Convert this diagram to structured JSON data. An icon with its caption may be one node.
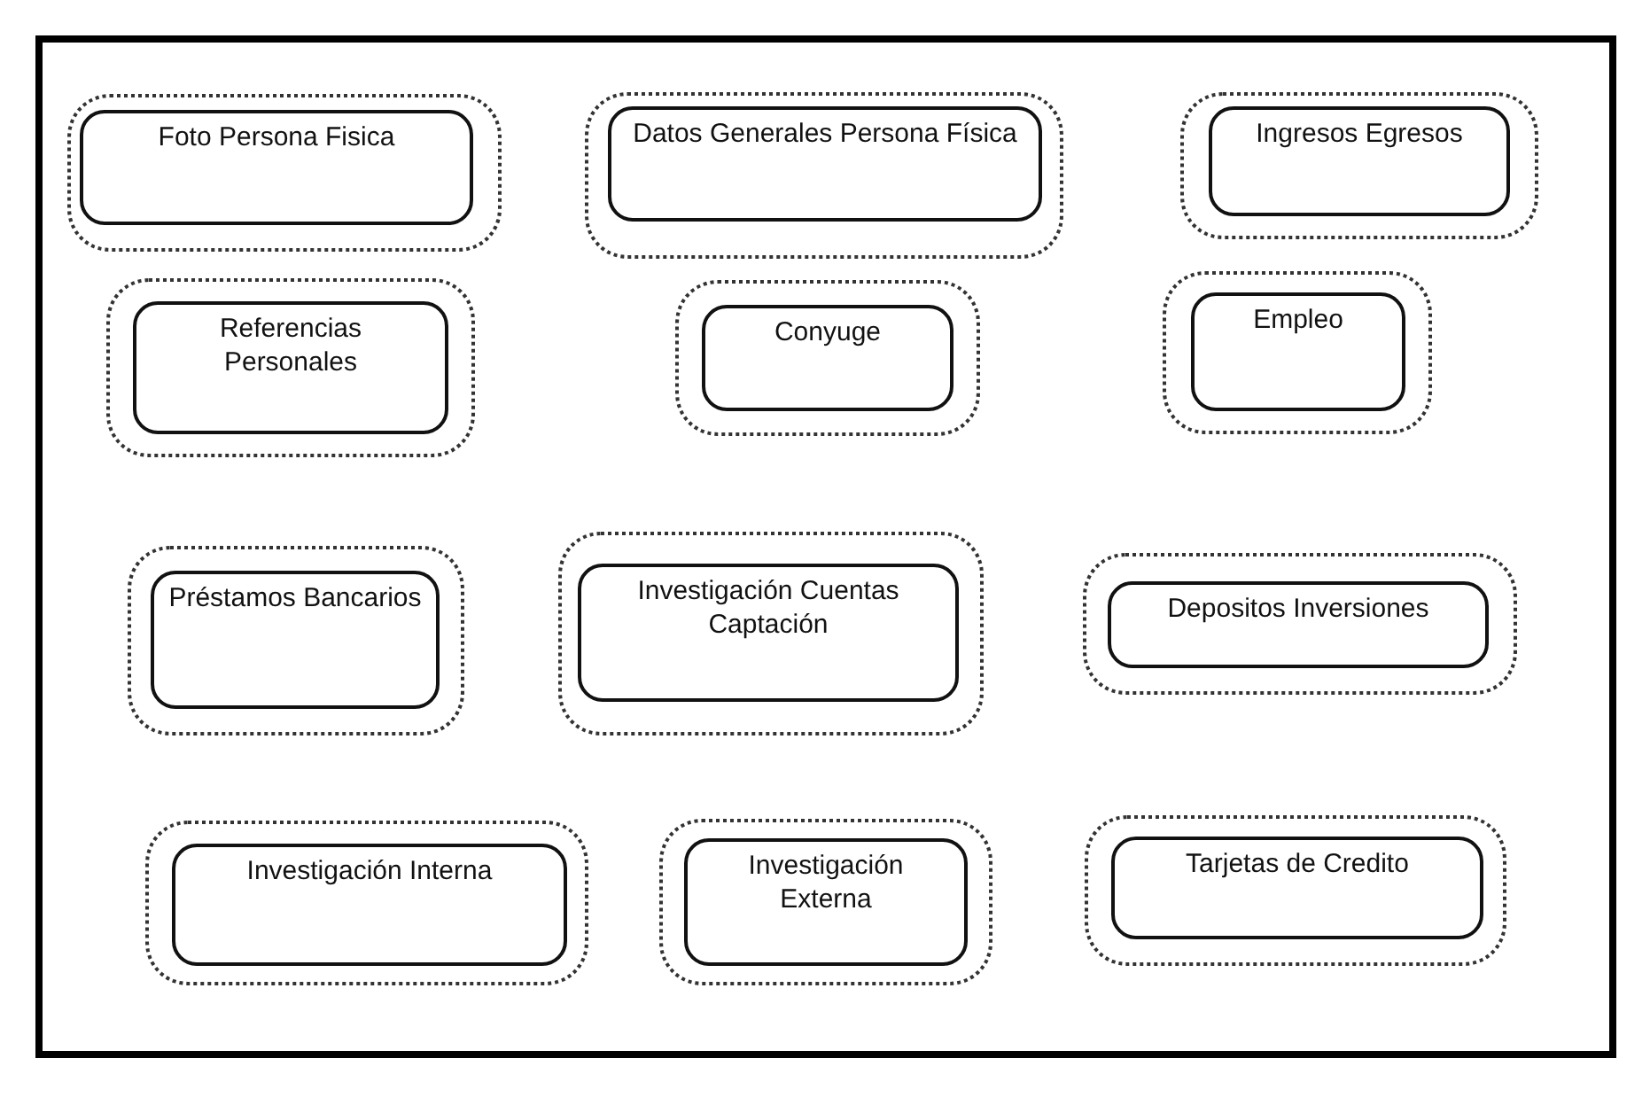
{
  "diagram": {
    "nodes": [
      {
        "text": [
          "Foto Persona Fisica"
        ]
      },
      {
        "text": [
          "Datos Generales Persona Física"
        ]
      },
      {
        "text": [
          "Ingresos Egresos"
        ]
      },
      {
        "text": [
          "Referencias Personales"
        ]
      },
      {
        "text": [
          "Conyuge"
        ]
      },
      {
        "text": [
          "Empleo"
        ]
      },
      {
        "text": [
          "Préstamos Bancarios"
        ]
      },
      {
        "text": [
          "Investigación Cuentas Captación"
        ]
      },
      {
        "text": [
          "Depositos Inversiones"
        ]
      },
      {
        "text": [
          "Investigación Interna"
        ]
      },
      {
        "text": [
          "Investigación Externa"
        ]
      },
      {
        "text": [
          "Tarjetas de Credito"
        ]
      }
    ]
  }
}
